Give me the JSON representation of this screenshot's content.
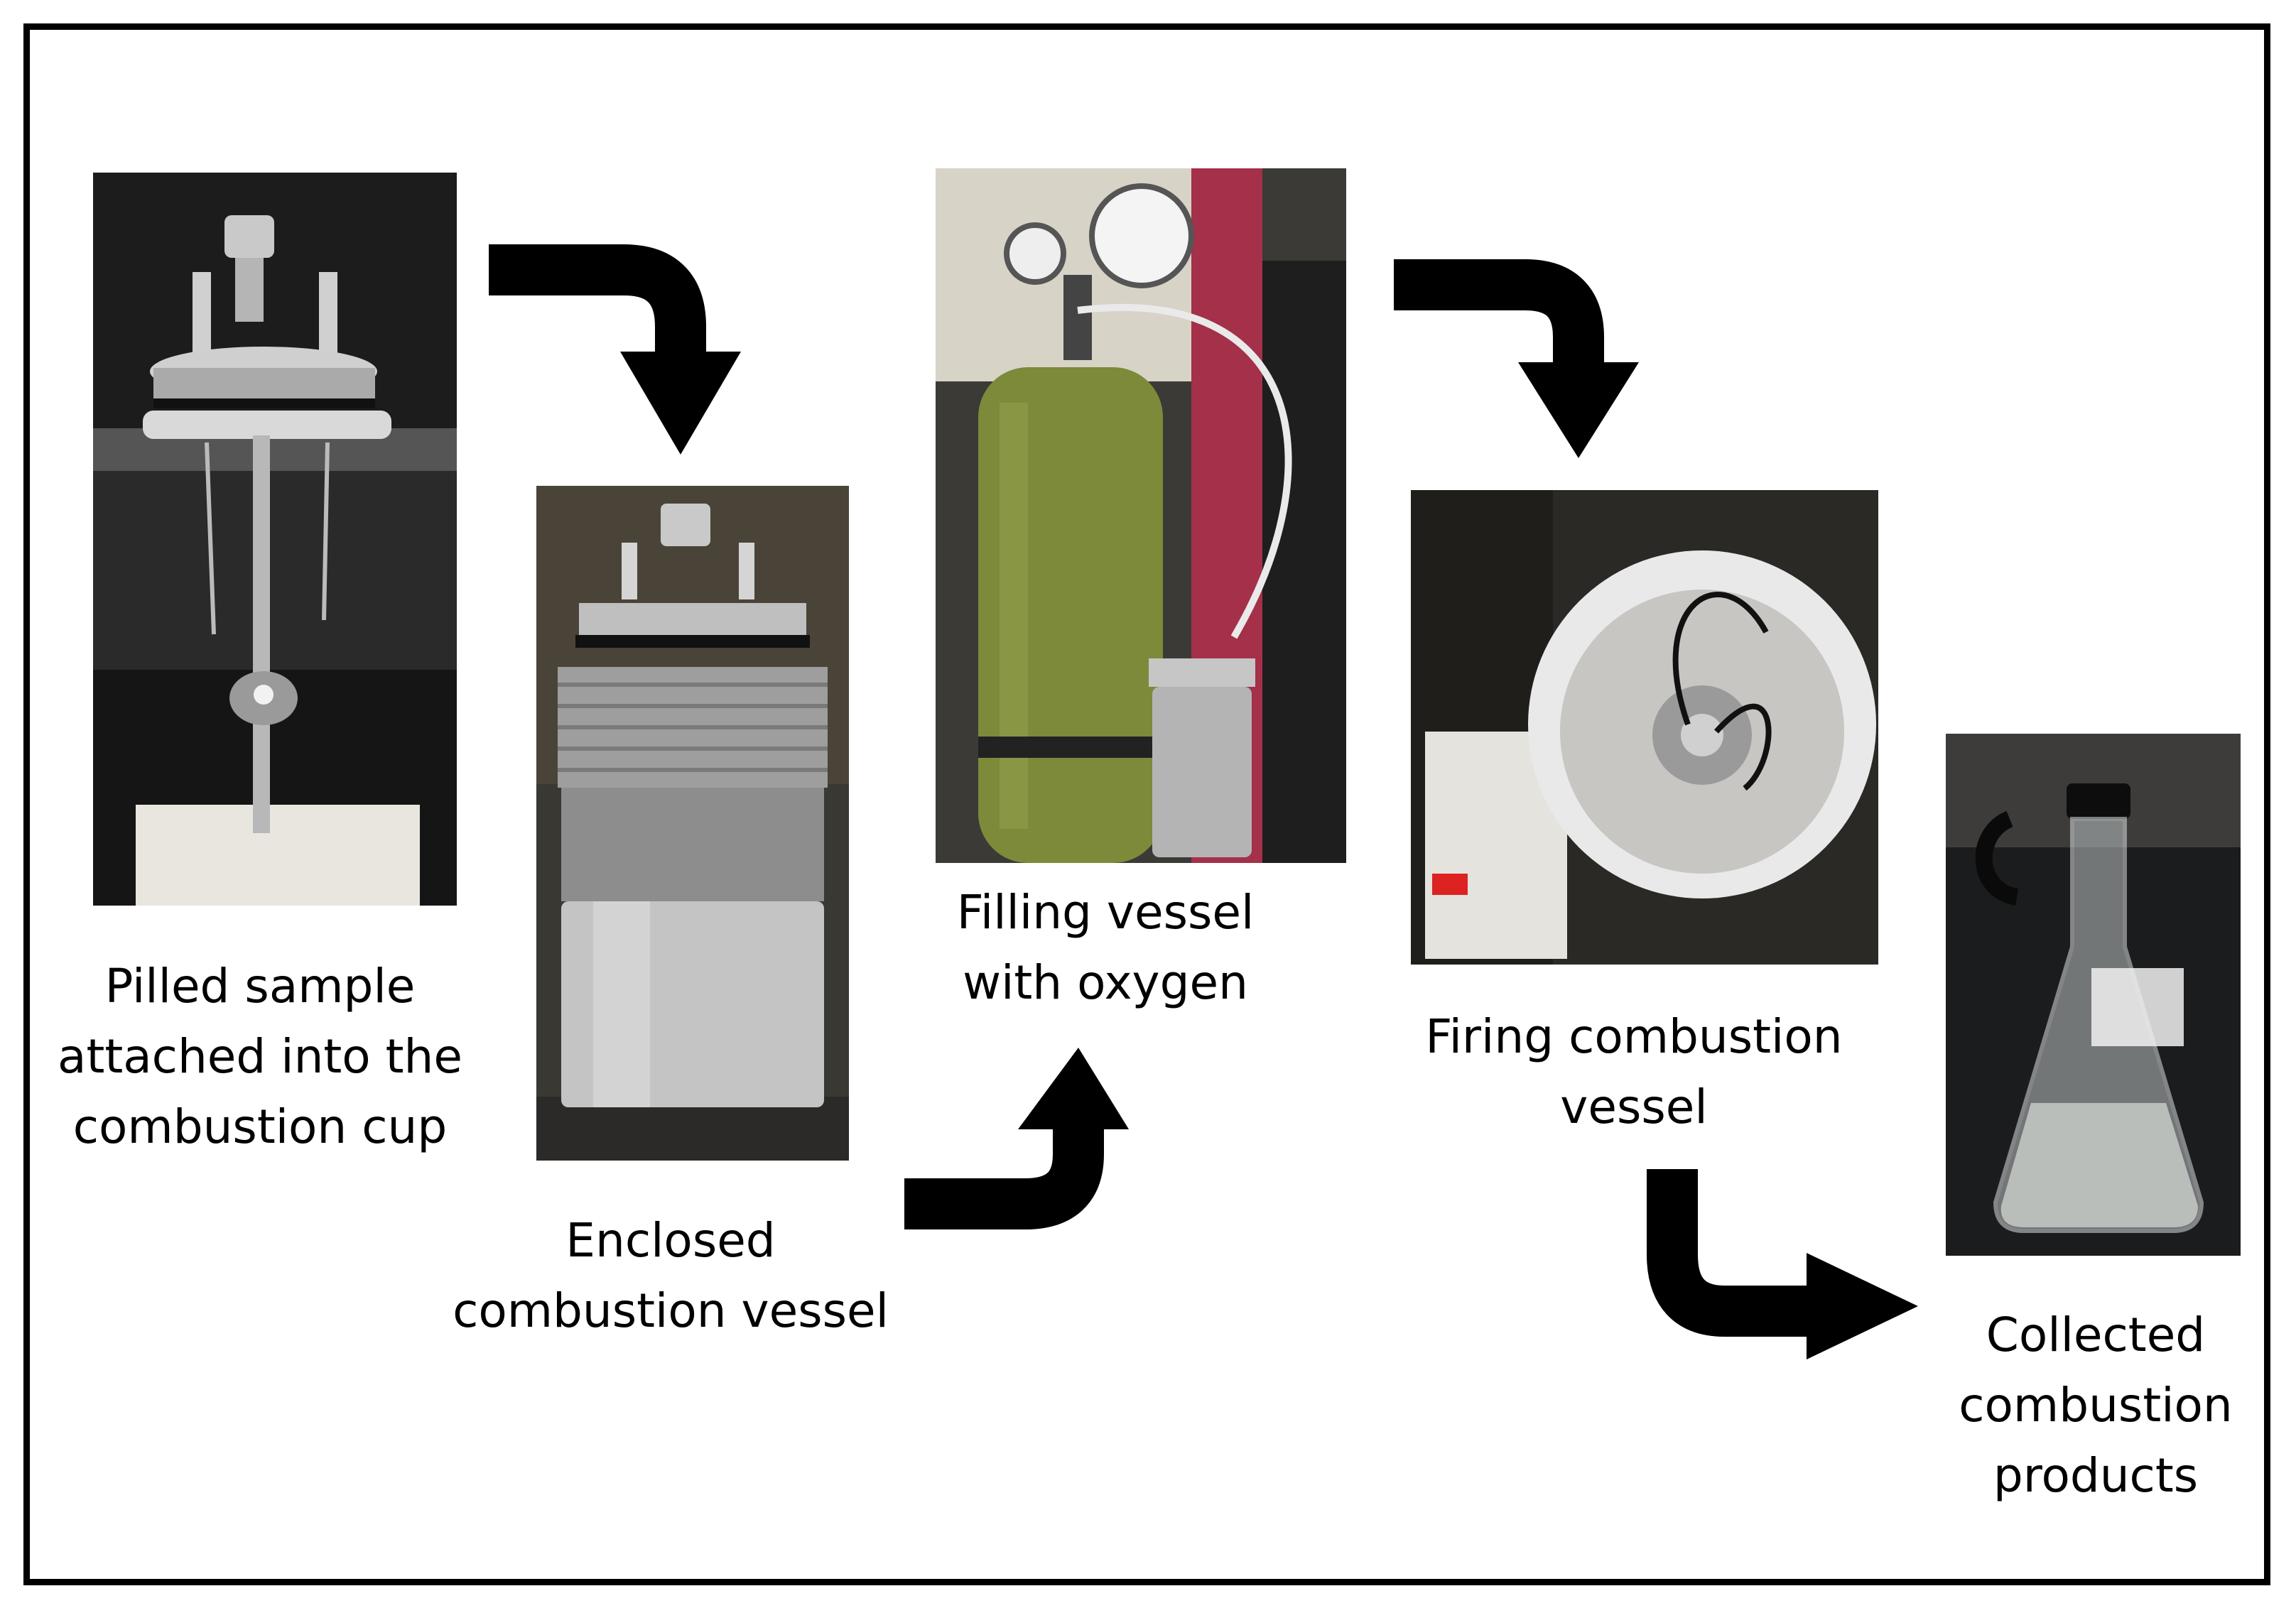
{
  "steps": [
    {
      "lines": [
        "Pilled sample",
        "attached into the",
        "combustion cup"
      ]
    },
    {
      "lines": [
        "Enclosed",
        "combustion vessel"
      ]
    },
    {
      "lines": [
        "Filling vessel",
        "with oxygen"
      ]
    },
    {
      "lines": [
        "Firing combustion",
        "vessel"
      ]
    },
    {
      "lines": [
        "Collected",
        "combustion",
        "products"
      ]
    }
  ],
  "colors": {
    "arrow": "#000000",
    "frame": "#000000"
  }
}
